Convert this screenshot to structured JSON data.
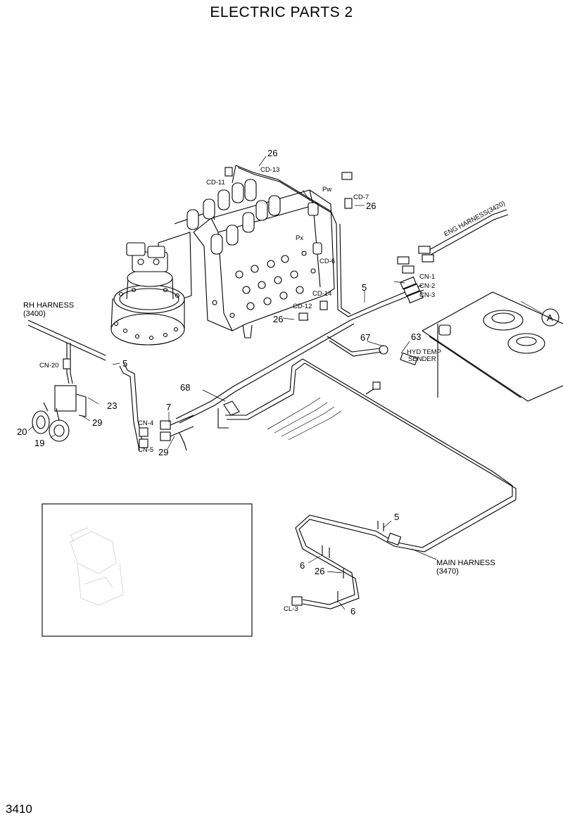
{
  "title": "ELECTRIC PARTS 2",
  "page_number": "3410",
  "harness_labels": {
    "rh": [
      "RH HARNESS",
      "(3400)"
    ],
    "eng": "ENG HARNESS(3420)",
    "main": [
      "MAIN HARNESS",
      "(3470)"
    ],
    "hyd_temp": [
      "HYD TEMP",
      "SENDER"
    ]
  },
  "connectors": {
    "cd13": "CD-13",
    "cd11": "CD-11",
    "pw": "Pw",
    "cd7": "CD-7",
    "px": "Px",
    "cd6": "CD-6",
    "cd12": "CD-12",
    "cd14": "CD-14",
    "cn1": "CN-1",
    "cn2": "CN-2",
    "cn3": "CN-3",
    "cn20": "CN-20",
    "cn4": "CN-4",
    "cn5": "CN-5",
    "cl3": "CL-3"
  },
  "callouts": {
    "c26a": "26",
    "c26b": "26",
    "c26c": "26",
    "c26d": "26",
    "c5a": "5",
    "c5b": "5",
    "c5c": "5",
    "c67": "67",
    "c63": "63",
    "c68": "68",
    "c7": "7",
    "c29a": "29",
    "c29b": "29",
    "c23": "23",
    "c20": "20",
    "c19": "19",
    "c6a": "6",
    "c6b": "6"
  },
  "detail_marker": "A"
}
